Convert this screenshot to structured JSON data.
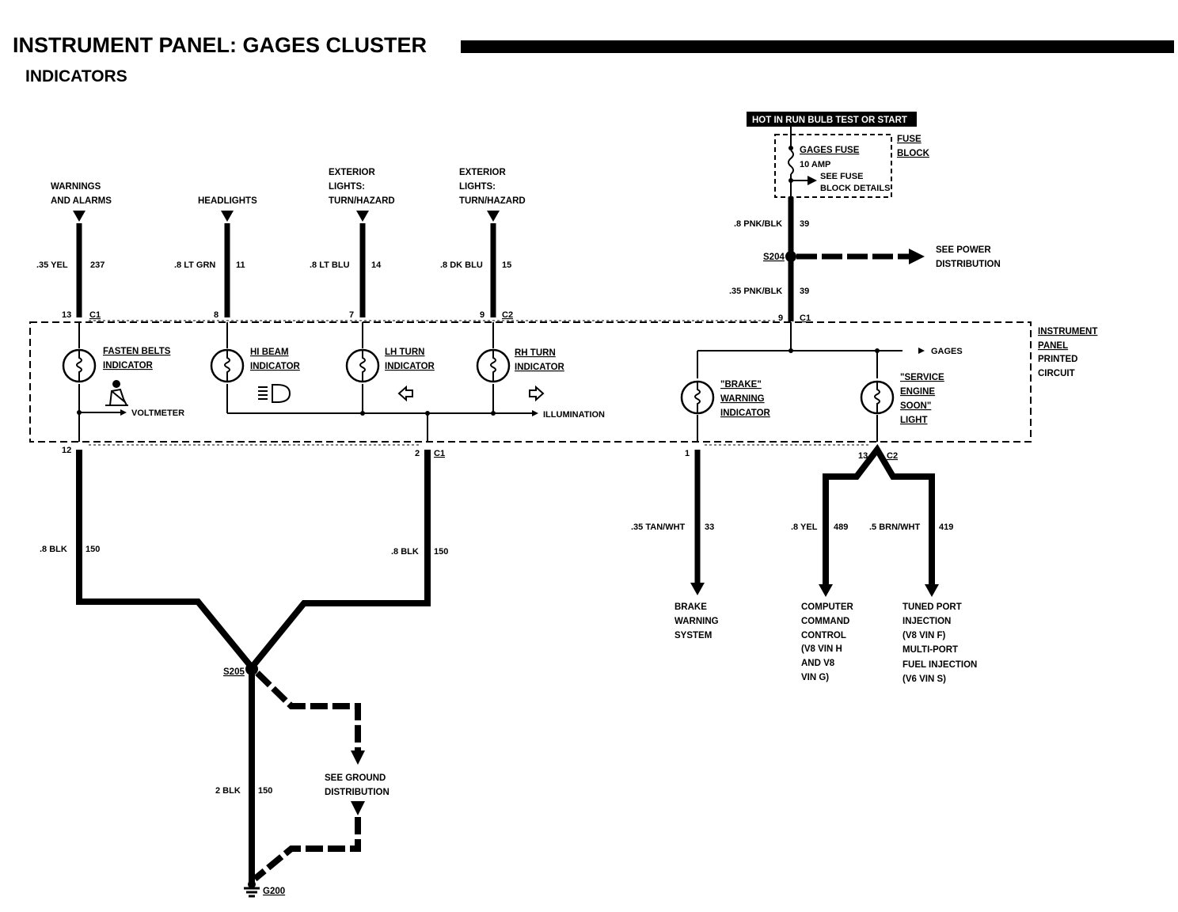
{
  "header": {
    "title": "INSTRUMENT PANEL: GAGES CLUSTER",
    "subtitle": "INDICATORS"
  },
  "power": {
    "hot_label": "HOT IN RUN BULB TEST OR START",
    "fuse_name": "GAGES FUSE",
    "fuse_amp": "10 AMP",
    "fuse_see_1": "SEE FUSE",
    "fuse_see_2": "BLOCK DETAILS",
    "fuse_block_1": "FUSE",
    "fuse_block_2": "BLOCK",
    "wire_top": {
      "size": ".8 PNK/BLK",
      "circuit": "39"
    },
    "splice": "S204",
    "see_power_1": "SEE POWER",
    "see_power_2": "DISTRIBUTION",
    "wire_bottom": {
      "size": ".35 PNK/BLK",
      "circuit": "39"
    },
    "pin": "9",
    "conn": "C1"
  },
  "inputs": [
    {
      "lines": [
        "WARNINGS",
        "AND ALARMS"
      ],
      "size": ".35 YEL",
      "circuit": "237",
      "pin": "13",
      "conn": "C1"
    },
    {
      "lines": [
        "HEADLIGHTS"
      ],
      "size": ".8 LT GRN",
      "circuit": "11",
      "pin": "8",
      "conn": ""
    },
    {
      "lines": [
        "EXTERIOR",
        "LIGHTS:",
        "TURN/HAZARD"
      ],
      "size": ".8 LT BLU",
      "circuit": "14",
      "pin": "7",
      "conn": ""
    },
    {
      "lines": [
        "EXTERIOR",
        "LIGHTS:",
        "TURN/HAZARD"
      ],
      "size": ".8 DK BLU",
      "circuit": "15",
      "pin": "9",
      "conn": "C2"
    }
  ],
  "bulbs": [
    {
      "lines": [
        "FASTEN BELTS",
        "INDICATOR"
      ]
    },
    {
      "lines": [
        "HI BEAM",
        "INDICATOR"
      ]
    },
    {
      "lines": [
        "LH TURN",
        "INDICATOR"
      ]
    },
    {
      "lines": [
        "RH TURN",
        "INDICATOR"
      ]
    },
    {
      "lines": [
        "\"BRAKE\"",
        "WARNING",
        "INDICATOR"
      ]
    },
    {
      "lines": [
        "\"SERVICE",
        "ENGINE",
        "SOON\"",
        "LIGHT"
      ]
    }
  ],
  "panel": {
    "lines": [
      "INSTRUMENT",
      "PANEL",
      "PRINTED",
      "CIRCUIT"
    ],
    "gages": "GAGES",
    "voltmeter": "VOLTMETER",
    "illumination": "ILLUMINATION"
  },
  "ground": {
    "left_pin": "12",
    "right_pin": "2",
    "right_conn": "C1",
    "left_wire": {
      "size": ".8 BLK",
      "circuit": "150"
    },
    "right_wire": {
      "size": ".8 BLK",
      "circuit": "150"
    },
    "splice": "S205",
    "bottom_wire": {
      "size": "2 BLK",
      "circuit": "150"
    },
    "see_ground_1": "SEE GROUND",
    "see_ground_2": "DISTRIBUTION",
    "ground_id": "G200"
  },
  "outputs": {
    "brake": {
      "pin": "1",
      "size": ".35 TAN/WHT",
      "circuit": "33",
      "lines": [
        "BRAKE",
        "WARNING",
        "SYSTEM"
      ]
    },
    "ses_pin": "13",
    "ses_conn": "C2",
    "computer": {
      "size": ".8 YEL",
      "circuit": "489",
      "lines": [
        "COMPUTER",
        "COMMAND",
        "CONTROL",
        "(V8 VIN H",
        "AND V8",
        "VIN G)"
      ]
    },
    "tuned": {
      "size": ".5 BRN/WHT",
      "circuit": "419",
      "lines": [
        "TUNED PORT",
        "INJECTION",
        "(V8 VIN F)",
        "MULTI-PORT",
        "FUEL INJECTION",
        "(V6 VIN S)"
      ]
    }
  }
}
